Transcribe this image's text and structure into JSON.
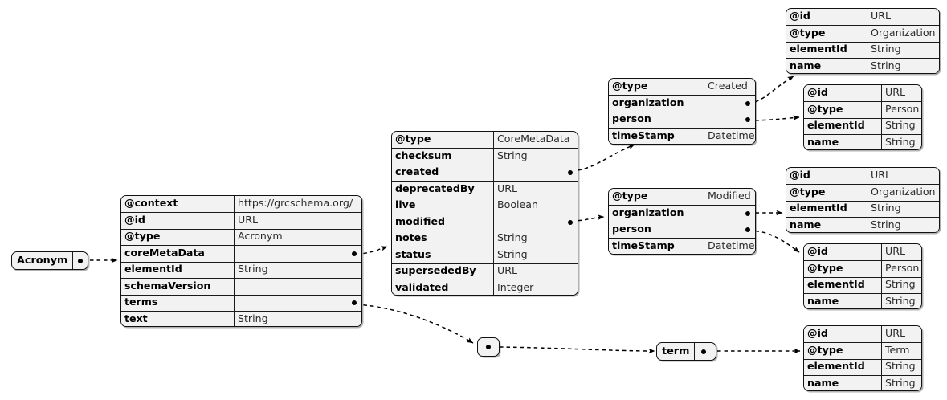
{
  "diagram": {
    "title": "Acronym schema entity-relationship diagram",
    "colors": {
      "node_fill": "#f2f2f2",
      "node_border": "#111111",
      "edge": "#000000",
      "page_background": "#ffffff"
    },
    "nodes": [
      {
        "id": "acronym_root",
        "kind": "pill",
        "label": "Acronym",
        "dot": "link-dot"
      },
      {
        "id": "acronym_table",
        "kind": "table",
        "rows": [
          {
            "key": "@context",
            "value": "https://grcschema.org/",
            "dot": false
          },
          {
            "key": "@id",
            "value": "URL",
            "dot": false
          },
          {
            "key": "@type",
            "value": "Acronym",
            "dot": false
          },
          {
            "key": "coreMetaData",
            "value": "",
            "dot": true
          },
          {
            "key": "elementId",
            "value": "String",
            "dot": false
          },
          {
            "key": "schemaVersion",
            "value": "",
            "dot": false
          },
          {
            "key": "terms",
            "value": "",
            "dot": true
          },
          {
            "key": "text",
            "value": "String",
            "dot": false
          }
        ]
      },
      {
        "id": "coremetadata_table",
        "kind": "table",
        "rows": [
          {
            "key": "@type",
            "value": "CoreMetaData",
            "dot": false
          },
          {
            "key": "checksum",
            "value": "String",
            "dot": false
          },
          {
            "key": "created",
            "value": "",
            "dot": true
          },
          {
            "key": "deprecatedBy",
            "value": "URL",
            "dot": false
          },
          {
            "key": "live",
            "value": "Boolean",
            "dot": false
          },
          {
            "key": "modified",
            "value": "",
            "dot": true
          },
          {
            "key": "notes",
            "value": "String",
            "dot": false
          },
          {
            "key": "status",
            "value": "String",
            "dot": false
          },
          {
            "key": "supersededBy",
            "value": "URL",
            "dot": false
          },
          {
            "key": "validated",
            "value": "Integer",
            "dot": false
          }
        ]
      },
      {
        "id": "created_table",
        "kind": "table",
        "rows": [
          {
            "key": "@type",
            "value": "Created",
            "dot": false
          },
          {
            "key": "organization",
            "value": "",
            "dot": true
          },
          {
            "key": "person",
            "value": "",
            "dot": true
          },
          {
            "key": "timeStamp",
            "value": "Datetime",
            "dot": false
          }
        ]
      },
      {
        "id": "modified_table",
        "kind": "table",
        "rows": [
          {
            "key": "@type",
            "value": "Modified",
            "dot": false
          },
          {
            "key": "organization",
            "value": "",
            "dot": true
          },
          {
            "key": "person",
            "value": "",
            "dot": true
          },
          {
            "key": "timeStamp",
            "value": "Datetime",
            "dot": false
          }
        ]
      },
      {
        "id": "organization_table_1",
        "kind": "table",
        "rows": [
          {
            "key": "@id",
            "value": "URL",
            "dot": false
          },
          {
            "key": "@type",
            "value": "Organization",
            "dot": false
          },
          {
            "key": "elementId",
            "value": "String",
            "dot": false
          },
          {
            "key": "name",
            "value": "String",
            "dot": false
          }
        ]
      },
      {
        "id": "person_table_1",
        "kind": "table",
        "rows": [
          {
            "key": "@id",
            "value": "URL",
            "dot": false
          },
          {
            "key": "@type",
            "value": "Person",
            "dot": false
          },
          {
            "key": "elementId",
            "value": "String",
            "dot": false
          },
          {
            "key": "name",
            "value": "String",
            "dot": false
          }
        ]
      },
      {
        "id": "organization_table_2",
        "kind": "table",
        "rows": [
          {
            "key": "@id",
            "value": "URL",
            "dot": false
          },
          {
            "key": "@type",
            "value": "Organization",
            "dot": false
          },
          {
            "key": "elementId",
            "value": "String",
            "dot": false
          },
          {
            "key": "name",
            "value": "String",
            "dot": false
          }
        ]
      },
      {
        "id": "person_table_2",
        "kind": "table",
        "rows": [
          {
            "key": "@id",
            "value": "URL",
            "dot": false
          },
          {
            "key": "@type",
            "value": "Person",
            "dot": false
          },
          {
            "key": "elementId",
            "value": "String",
            "dot": false
          },
          {
            "key": "name",
            "value": "String",
            "dot": false
          }
        ]
      },
      {
        "id": "terms_array_node",
        "kind": "pill-dot",
        "label": "",
        "dot": "link-dot"
      },
      {
        "id": "term_node",
        "kind": "pill",
        "label": "term",
        "dot": "link-dot"
      },
      {
        "id": "term_table",
        "kind": "table",
        "rows": [
          {
            "key": "@id",
            "value": "URL",
            "dot": false
          },
          {
            "key": "@type",
            "value": "Term",
            "dot": false
          },
          {
            "key": "elementId",
            "value": "String",
            "dot": false
          },
          {
            "key": "name",
            "value": "String",
            "dot": false
          }
        ]
      }
    ],
    "edges": [
      {
        "from": "acronym_root",
        "to": "acronym_table"
      },
      {
        "from": "acronym_table.coreMetaData",
        "to": "coremetadata_table"
      },
      {
        "from": "coremetadata_table.created",
        "to": "created_table"
      },
      {
        "from": "coremetadata_table.modified",
        "to": "modified_table"
      },
      {
        "from": "created_table.organization",
        "to": "organization_table_1"
      },
      {
        "from": "created_table.person",
        "to": "person_table_1"
      },
      {
        "from": "modified_table.organization",
        "to": "organization_table_2"
      },
      {
        "from": "modified_table.person",
        "to": "person_table_2"
      },
      {
        "from": "acronym_table.terms",
        "to": "terms_array_node"
      },
      {
        "from": "terms_array_node",
        "to": "term_node"
      },
      {
        "from": "term_node",
        "to": "term_table"
      }
    ]
  }
}
